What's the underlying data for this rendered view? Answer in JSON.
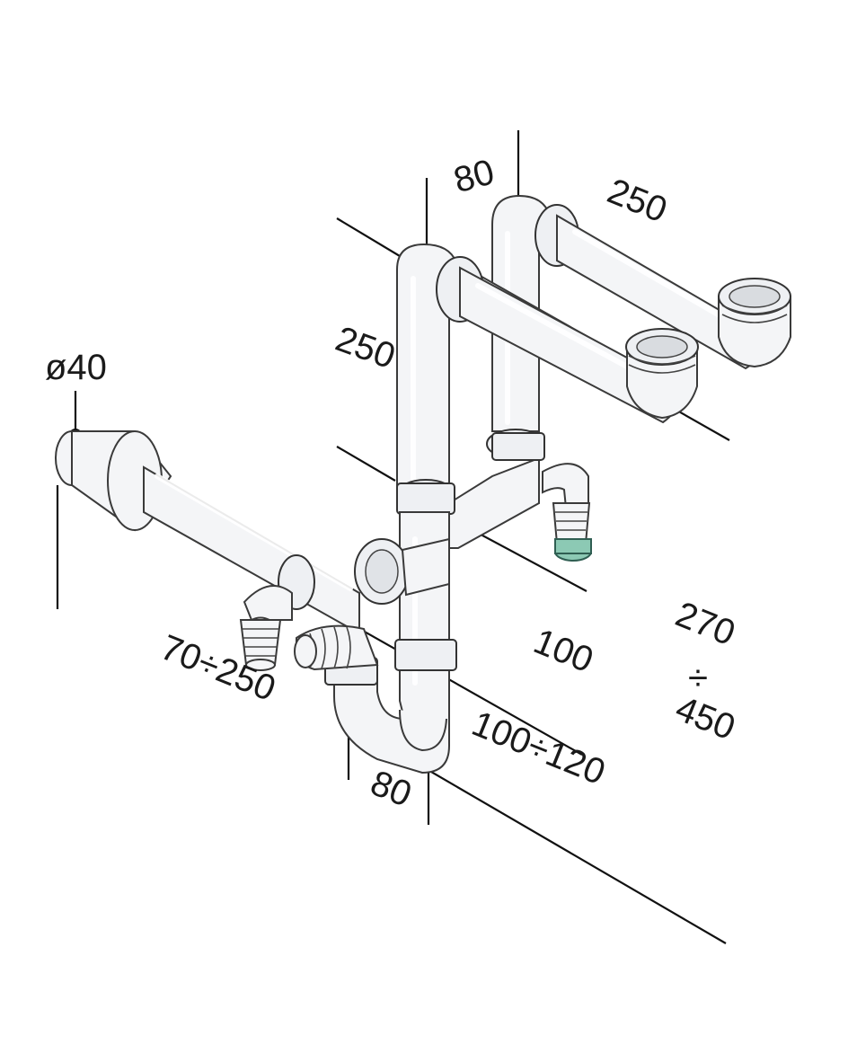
{
  "dimensions": {
    "diameter": "ø40",
    "top_offset": "80",
    "right_arm_length": "250",
    "vertical_left": "250",
    "mid_height": "100",
    "total_height_top": "270",
    "total_height_sep": "÷",
    "total_height_bottom": "450",
    "side_range": "70÷250",
    "trap_range": "100÷120",
    "bottom_offset": "80"
  },
  "colors": {
    "pipe_fill": "#f4f5f7",
    "outline": "#3a3a3a",
    "accent_teal": "#8cc9b4"
  }
}
